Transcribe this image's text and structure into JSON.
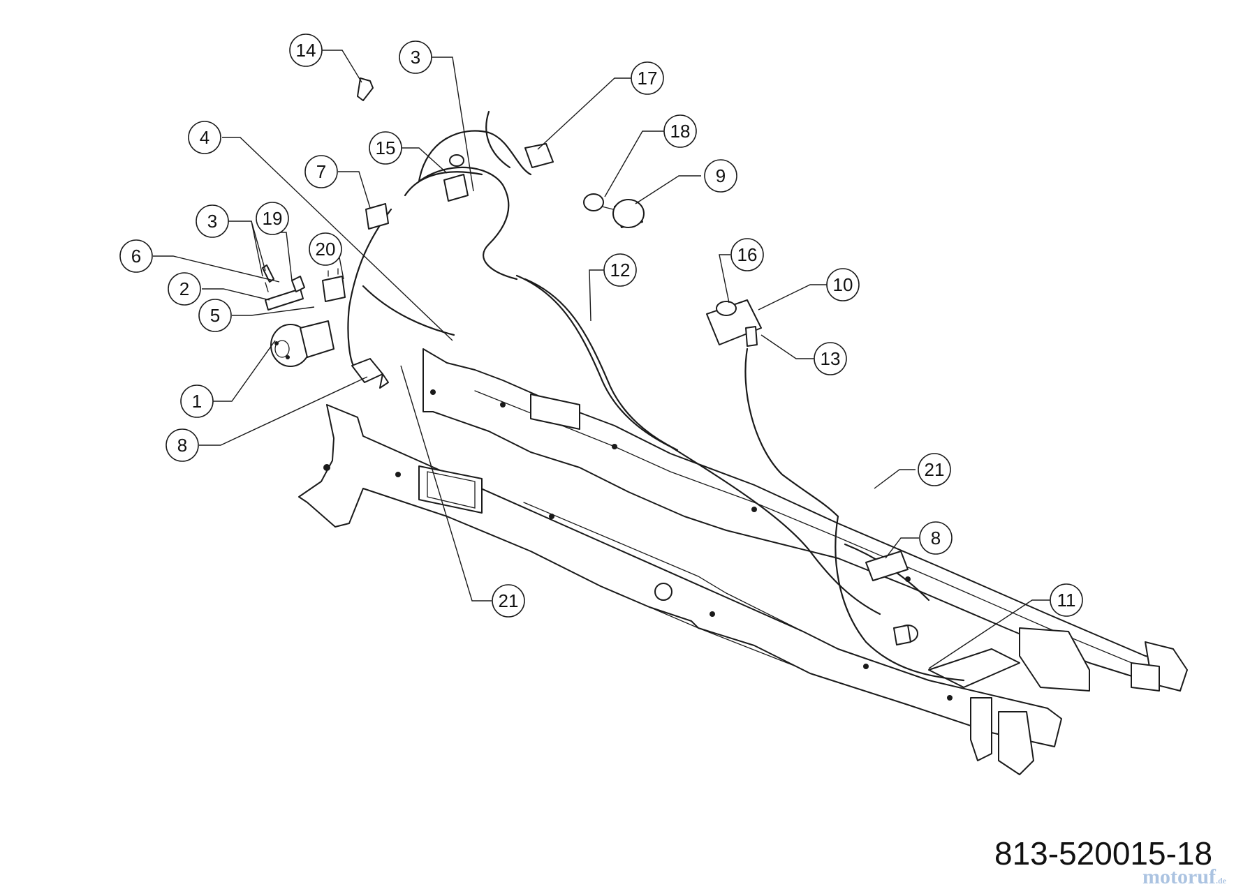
{
  "diagram": {
    "part_number": "813-520015-18",
    "watermark": {
      "brand": "motoruf",
      "suffix": ".de"
    },
    "callouts": [
      {
        "id": "c14",
        "label": "14"
      },
      {
        "id": "c3a",
        "label": "3"
      },
      {
        "id": "c17",
        "label": "17"
      },
      {
        "id": "c4",
        "label": "4"
      },
      {
        "id": "c15",
        "label": "15"
      },
      {
        "id": "c18",
        "label": "18"
      },
      {
        "id": "c9",
        "label": "9"
      },
      {
        "id": "c7",
        "label": "7"
      },
      {
        "id": "c3b",
        "label": "3"
      },
      {
        "id": "c19",
        "label": "19"
      },
      {
        "id": "c16",
        "label": "16"
      },
      {
        "id": "c6",
        "label": "6"
      },
      {
        "id": "c20",
        "label": "20"
      },
      {
        "id": "c12",
        "label": "12"
      },
      {
        "id": "c10",
        "label": "10"
      },
      {
        "id": "c2",
        "label": "2"
      },
      {
        "id": "c5",
        "label": "5"
      },
      {
        "id": "c13",
        "label": "13"
      },
      {
        "id": "c1",
        "label": "1"
      },
      {
        "id": "c8a",
        "label": "8"
      },
      {
        "id": "c21a",
        "label": "21"
      },
      {
        "id": "c8b",
        "label": "8"
      },
      {
        "id": "c21b",
        "label": "21"
      },
      {
        "id": "c11",
        "label": "11"
      }
    ]
  }
}
